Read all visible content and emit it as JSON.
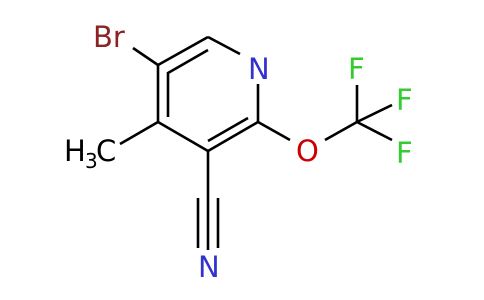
{
  "molecule": {
    "atoms": {
      "br": "Br",
      "n_ring": "N",
      "o": "O",
      "f_top": "F",
      "f_right": "F",
      "f_bottom": "F",
      "ch3_h": "H",
      "ch3_sub": "3",
      "ch3_c": "C",
      "n_nitrile": "N"
    },
    "colors": {
      "bond": "#000000",
      "carbon": "#000000",
      "nitrogen": "#3333cc",
      "oxygen": "#cc0000",
      "fluorine": "#33cc33",
      "bromine": "#8b2323"
    }
  }
}
